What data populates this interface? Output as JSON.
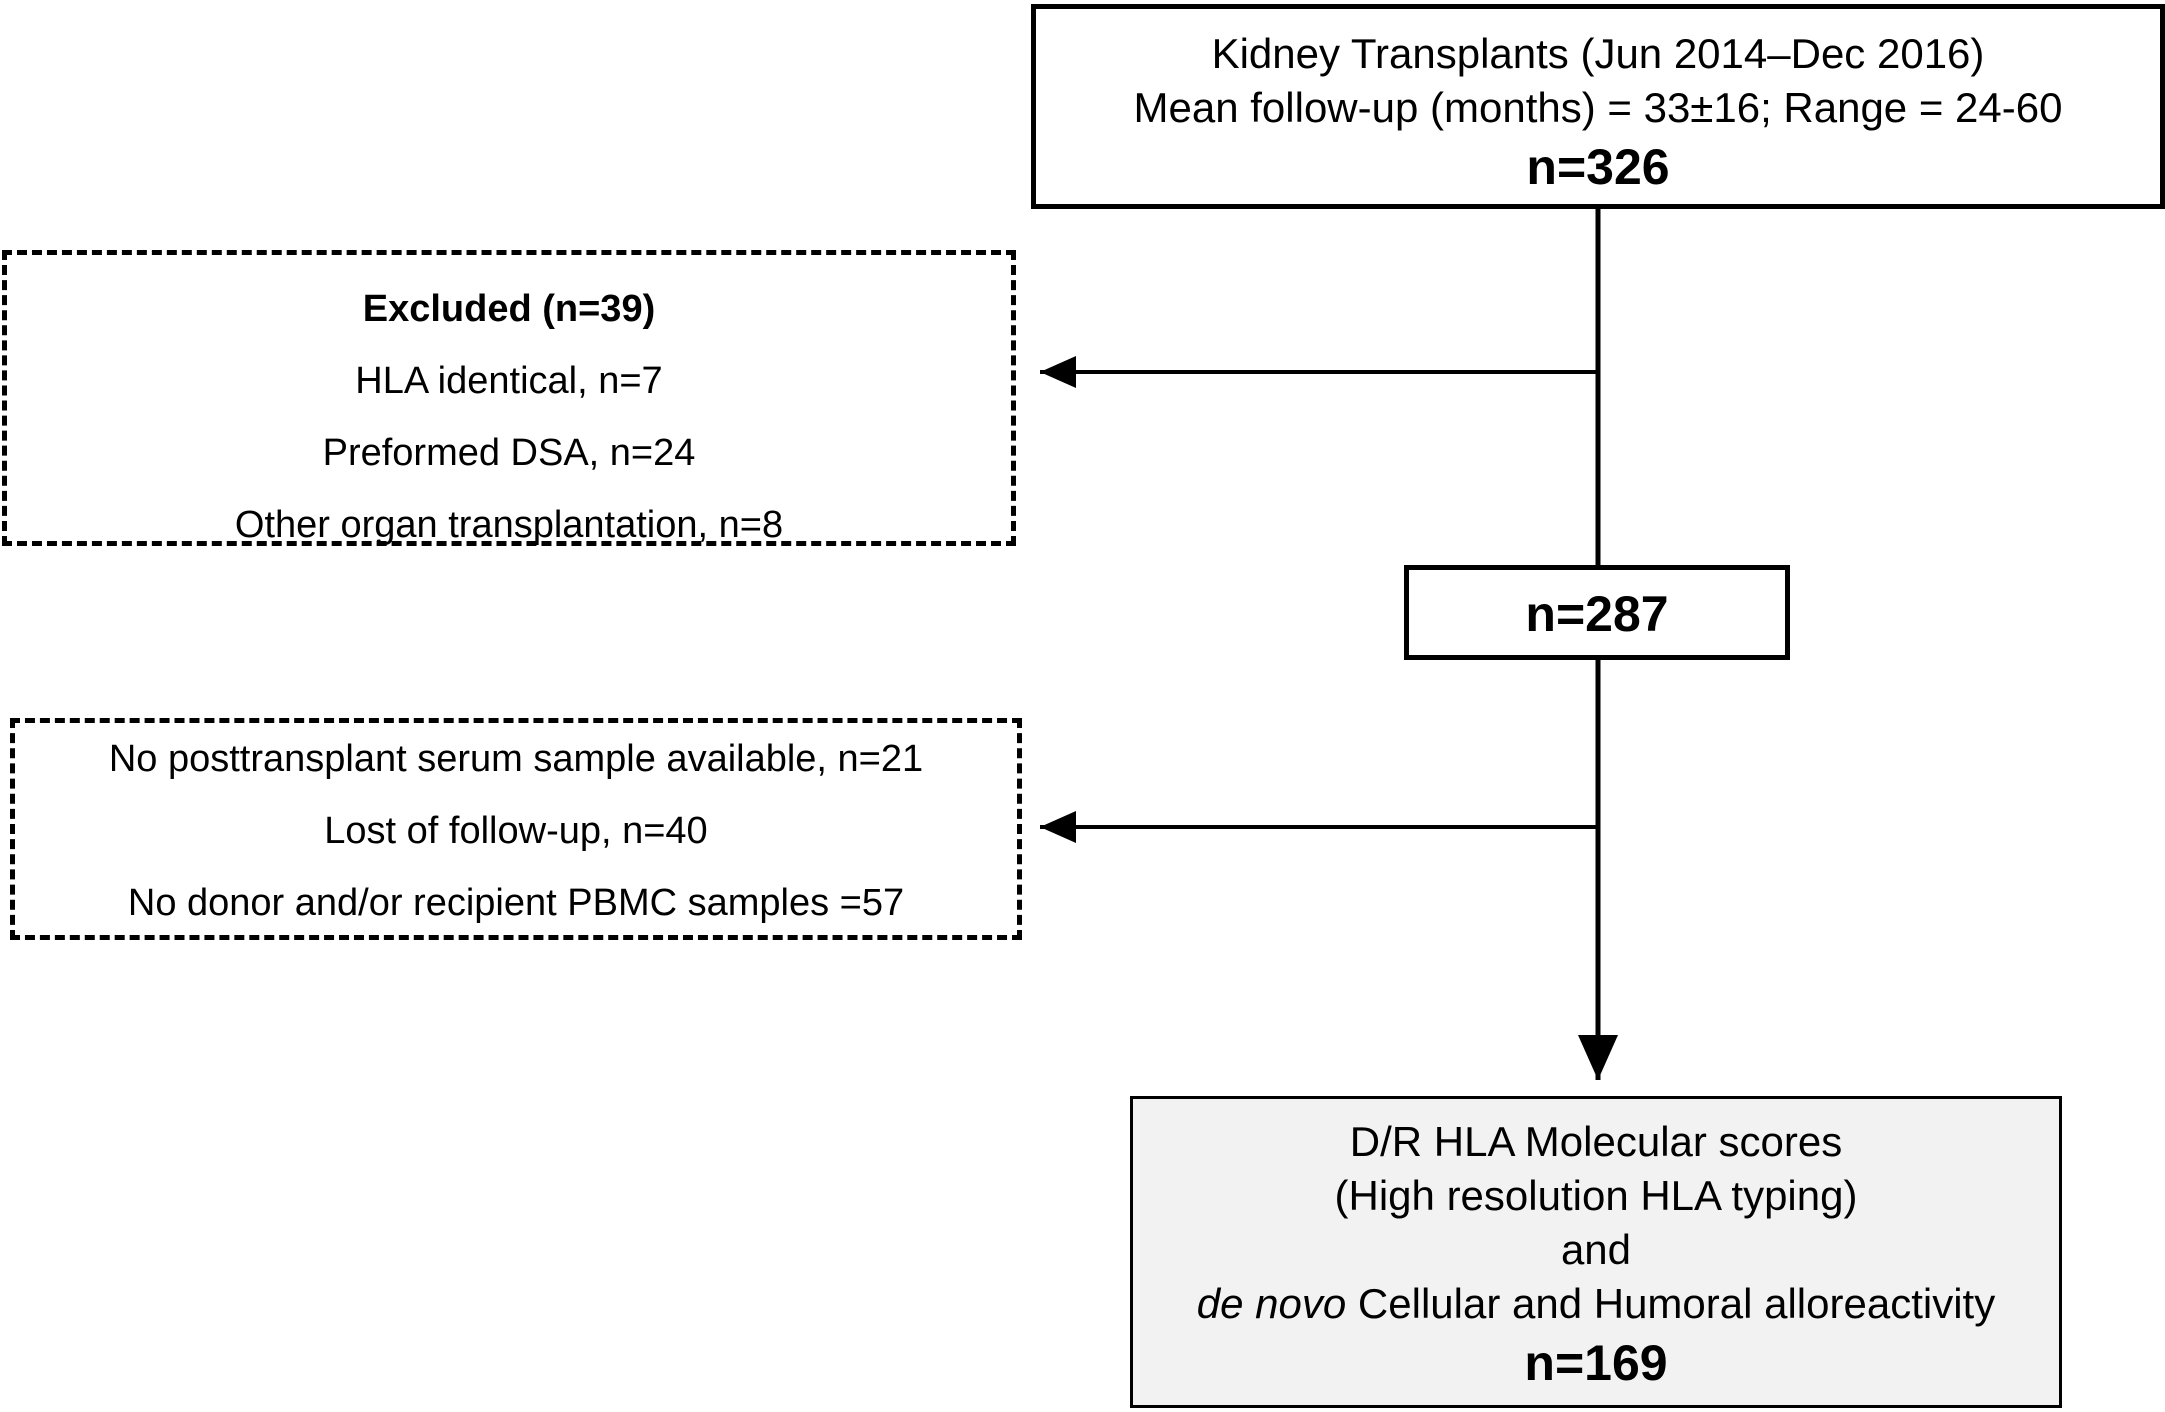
{
  "boxes": {
    "kidney_transplants": {
      "line1": "Kidney Transplants (Jun 2014–Dec 2016)",
      "line2": "Mean follow-up (months) = 33±16; Range = 24-60",
      "n": "n=326"
    },
    "excluded_first": {
      "title": "Excluded (n=39)",
      "items": [
        "HLA identical, n=7",
        "Preformed DSA, n=24",
        "Other organ transplantation, n=8"
      ]
    },
    "intermediate": {
      "n": "n=287"
    },
    "excluded_second": {
      "items": [
        "No posttransplant serum sample available, n=21",
        "Lost of follow-up, n=40",
        "No donor and/or recipient PBMC samples =57"
      ]
    },
    "final": {
      "line1": "D/R HLA Molecular scores",
      "line2": "(High resolution HLA typing)",
      "line3": "and",
      "line4_italic": "de novo",
      "line4_rest": " Cellular and Humoral alloreactivity",
      "n": "n=169"
    }
  }
}
